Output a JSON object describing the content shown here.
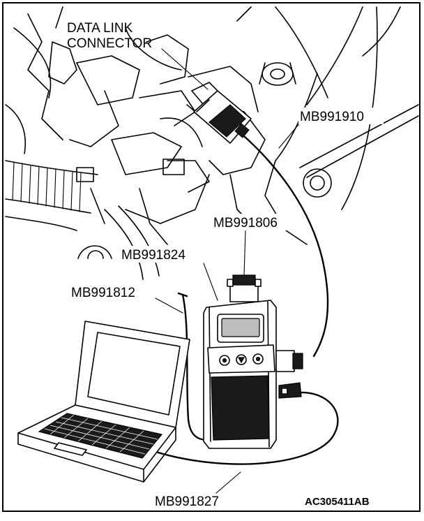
{
  "labels": {
    "data_link_connector_line1": "DATA LINK",
    "data_link_connector_line2": "CONNECTOR",
    "mb991910": "MB991910",
    "mb991806": "MB991806",
    "mb991824": "MB991824",
    "mb991812": "MB991812",
    "mb991827": "MB991827",
    "figure_code": "AC305411AB"
  }
}
